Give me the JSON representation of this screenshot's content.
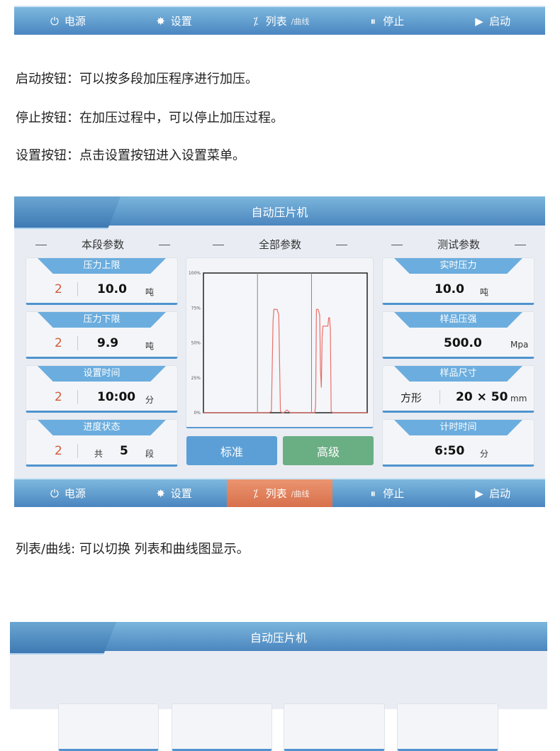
{
  "nav": [
    {
      "icon": "power-icon",
      "glyph": "⏻",
      "label": "电源",
      "sub": ""
    },
    {
      "icon": "gear-icon",
      "glyph": "✸",
      "label": "设置",
      "sub": ""
    },
    {
      "icon": "list-curve-icon",
      "glyph": "⁒",
      "label": "列表",
      "sub": "/曲线"
    },
    {
      "icon": "pause-icon",
      "glyph": "⏸",
      "label": "停止",
      "sub": ""
    },
    {
      "icon": "play-icon",
      "glyph": "▶",
      "label": "启动",
      "sub": ""
    }
  ],
  "descriptions": [
    "启动按钮：可以按多段加压程序进行加压。",
    "停止按钮：在加压过程中，可以停止加压过程。",
    "设置按钮：点击设置按钮进入设置菜单。"
  ],
  "panel": {
    "title": "自动压片机",
    "left_title": "本段参数",
    "center_title": "全部参数",
    "right_title": "测试参数",
    "left_cards": [
      {
        "label": "压力上限",
        "index": "2",
        "value": "10.0",
        "unit": "吨"
      },
      {
        "label": "压力下限",
        "index": "2",
        "value": "9.9",
        "unit": "吨"
      },
      {
        "label": "设置时间",
        "index": "2",
        "value": "10:00",
        "unit": "分"
      },
      {
        "label": "进度状态",
        "index": "2",
        "prefix": "共",
        "value": "5",
        "unit": "段"
      }
    ],
    "right_cards": [
      {
        "label": "实时压力",
        "value": "10.0",
        "unit": "吨"
      },
      {
        "label": "样品压强",
        "value": "500.0",
        "unit": "Mpa"
      },
      {
        "label": "样品尺寸",
        "shape": "方形",
        "value": "20 × 50",
        "unit": "mm"
      },
      {
        "label": "计时时间",
        "value": "6:50",
        "unit": "分"
      }
    ],
    "btn_standard": "标准",
    "btn_advanced": "高级",
    "active_tab": 2
  },
  "caption": "列表/曲线: 可以切换 列表和曲线图显示。",
  "panel2": {
    "title": "自动压片机"
  },
  "colors": {
    "accent": "#4a86c0",
    "active": "#e07f5c",
    "green": "#6aae84",
    "curve": "#e8706a"
  },
  "chart_data": {
    "type": "line",
    "yticks": [
      "100%",
      "75%",
      "50%",
      "25%",
      "0%"
    ],
    "ylim": [
      0,
      100
    ],
    "xlim": [
      0,
      100
    ],
    "segment_markers": [
      33,
      66
    ],
    "x": [
      0,
      40,
      41.5,
      42.5,
      43,
      45,
      46,
      47,
      48,
      49,
      50,
      51,
      52,
      53,
      54,
      60,
      68,
      68.5,
      69,
      70,
      71,
      71.5,
      72,
      72.5,
      73,
      73.5,
      74,
      76,
      76.5,
      77,
      77.5,
      78,
      79,
      100
    ],
    "values": [
      0,
      0,
      1,
      65,
      74,
      74,
      70,
      1,
      0,
      0,
      1,
      2,
      1,
      0,
      0,
      0,
      0,
      5,
      74,
      74,
      70,
      30,
      18,
      55,
      62,
      62,
      62,
      62,
      68,
      68,
      60,
      1,
      0,
      0
    ]
  }
}
